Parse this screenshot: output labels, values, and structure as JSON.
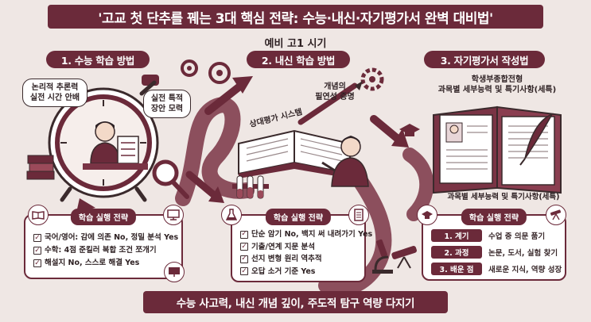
{
  "title": "'고교 첫 단추를 꿰는 3대 핵심 전략: 수능·내신·자기평가서 완벽 대비법'",
  "subtitle": "예비 고1 시기",
  "sections": [
    {
      "title": "1. 수능 학습 방법",
      "bubbles": [
        "논리적 추론력\n실전 시간 안배",
        "실전 특적\n장안 모력"
      ],
      "panel_title": "학습 실행 전략",
      "items": [
        "국어/영어: 감에 의존 No, 정밀 분석 Yes",
        "수학: 4점 준킬러 복합 조건 쪼개기",
        "해설지 No, 스스로 해결 Yes"
      ]
    },
    {
      "title": "2. 내신 학습 방법",
      "notes": [
        "개념의\n필연성 증명",
        "상대평가 시스템"
      ],
      "panel_title": "학습 실행 전략",
      "items": [
        "단순 암기 No, 백지 써 내려가기 Yes",
        "기출/연계 지문 분석",
        "선지 변형 원리 역추적",
        "오답 소거 기준 Yes"
      ]
    },
    {
      "title": "3. 자기평가서 작성법",
      "notes": [
        "학생부종합전형\n과목별 세부능력 및 특기사항(세특)",
        "과목별 세부능력 및 특기사항(세특)"
      ],
      "panel_title": "학습 실행 전략",
      "steps": [
        {
          "tag": "1. 계기",
          "text": "수업 중 의문 품기"
        },
        {
          "tag": "2. 과정",
          "text": "논문, 도서, 실험 찾기"
        },
        {
          "tag": "3. 배운 점",
          "text": "새로운 지식, 역량 성장"
        }
      ]
    }
  ],
  "footer": "수능 사고력, 내신 개념 깊이, 주도적 탐구 역량 다지기",
  "colors": {
    "primary": "#6b2a3a",
    "background": "#efe7e4",
    "ink": "#3a2a2c"
  },
  "icons": [
    "alarm-clock-icon",
    "student-icon",
    "books-icon",
    "magnifier-icon",
    "gear-icon",
    "test-tubes-icon",
    "open-book-icon",
    "pencil-icon",
    "document-icon",
    "quill-icon",
    "graduation-cap-icon",
    "monitor-icon",
    "flask-icon",
    "microscope-icon",
    "telescope-icon",
    "flow-arrow-icon"
  ]
}
